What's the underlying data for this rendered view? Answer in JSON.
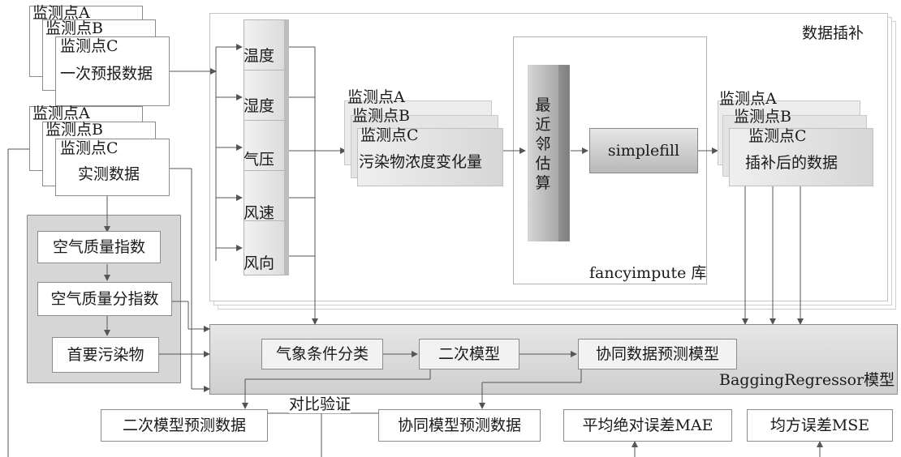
{
  "stations": {
    "a": "监测点A",
    "b": "监测点B",
    "c": "监测点C"
  },
  "inputs": {
    "forecast": "一次预报数据",
    "measured": "实测数据"
  },
  "aqi": {
    "index": "空气质量指数",
    "sub_index": "空气质量分指数",
    "primary": "首要污染物"
  },
  "weather": [
    "温度",
    "湿度",
    "气压",
    "风速",
    "风向"
  ],
  "imputation": {
    "title": "数据插补",
    "pollutant_change": "污染物浓度变化量",
    "nearest_neighbor": "最近邻估算",
    "simplefill": "simplefill",
    "library": "fancyimpute 库",
    "filled_data": "插补后的数据"
  },
  "bagging": {
    "title": "BaggingRegressor模型",
    "classify": "气象条件分类",
    "secondary_model": "二次模型",
    "collab_model": "协同数据预测模型"
  },
  "outputs": {
    "secondary_pred": "二次模型预测数据",
    "compare": "对比验证",
    "collab_pred": "协同模型预测数据",
    "mae": "平均绝对误差MAE",
    "mse": "均方误差MSE"
  },
  "colors": {
    "line": "#555555",
    "panel": "#d3d3d3",
    "panel_border": "#8a8a8a",
    "dark_block": "#8e8e8e"
  }
}
